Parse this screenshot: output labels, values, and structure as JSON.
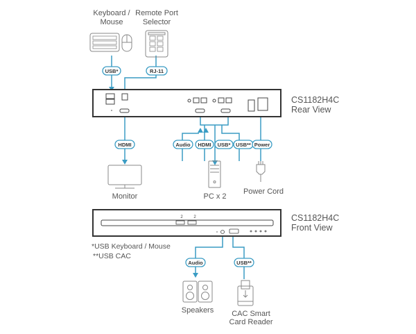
{
  "devices": {
    "keyboard_mouse": [
      "Keyboard /",
      "Mouse"
    ],
    "remote_port_selector": [
      "Remote Port",
      "Selector"
    ],
    "monitor": "Monitor",
    "pc": "PC x 2",
    "power_cord": "Power Cord",
    "speakers": "Speakers",
    "cac_reader": [
      "CAC Smart",
      "Card Reader"
    ]
  },
  "unit": {
    "rear_title": [
      "CS1182H4C",
      "Rear View"
    ],
    "front_title": [
      "CS1182H4C",
      "Front View"
    ]
  },
  "cables": {
    "kbm_usb": "USB*",
    "rj11": "RJ-11",
    "hdmi_monitor": "HDMI",
    "pc_audio": "Audio",
    "pc_hdmi": "HDMI",
    "pc_usb": "USB*",
    "pc_usb_cac": "USB**",
    "power": "Power",
    "front_audio": "Audio",
    "front_usb_cac": "USB**"
  },
  "notes": [
    "*USB Keyboard / Mouse",
    "**USB CAC"
  ],
  "colors": {
    "cable": "#3a9cc4",
    "outline": "#333333",
    "device": "#888888"
  }
}
